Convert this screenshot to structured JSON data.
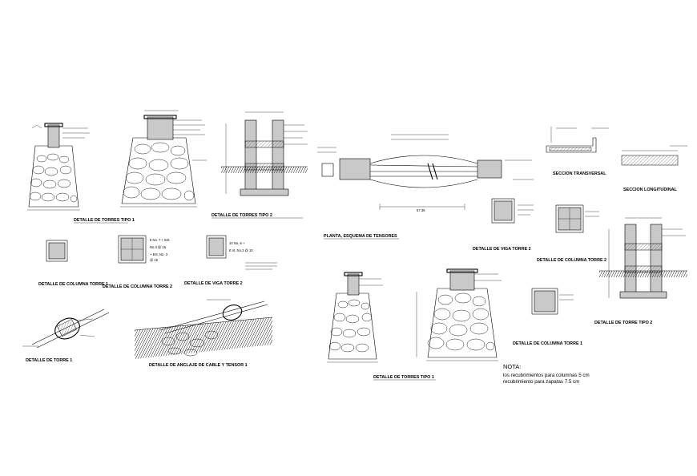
{
  "labels": {
    "d1": "DETALLE DE TORRES TIPO 1",
    "d2": "DETALLE DE TORRES TIPO 2",
    "c1": "DETALLE DE COLUMNA TORRE 1",
    "c2": "DETALLE DE COLUMNA TORRE 2",
    "vt": "DETALLE DE VIGA TORRE 2",
    "d4": "DETALLE DE TORRE 1",
    "d5": "DETALLE DE ANCLAJE DE CABLE Y TENSOR 1",
    "pl": "PLANTA, ESQUEMA DE TENSORES",
    "vt2": "DETALLE DE VIGA TORRE 2",
    "c2b": "DETALLE DE COLUMNA TORRE 2",
    "sec": "SECCION TRANSVERSAL",
    "lon": "SECCION LONGITUDINAL",
    "d2b": "DETALLE DE TORRE TIPO 2",
    "d1b": "DETALLE DE TORRES TIPO 1",
    "c1b": "DETALLE DE COLUMNA TORRE 1"
  },
  "annotations": {
    "col2_a": "8 No. 7 + Est.",
    "col2_b": "No.3 @ 15",
    "col2_c": "+ Est. No. 3",
    "col2_d": "@ 15",
    "viga_a": "10 No. 6 +",
    "viga_b": "E st. No.3 @ 10",
    "dim_plan": "57.35"
  },
  "note": {
    "heading": "NOTA:",
    "line1": "los recubrimientos para columnas 5 cm",
    "line2": "recubrimiento para zapatas 7.5 cm"
  }
}
